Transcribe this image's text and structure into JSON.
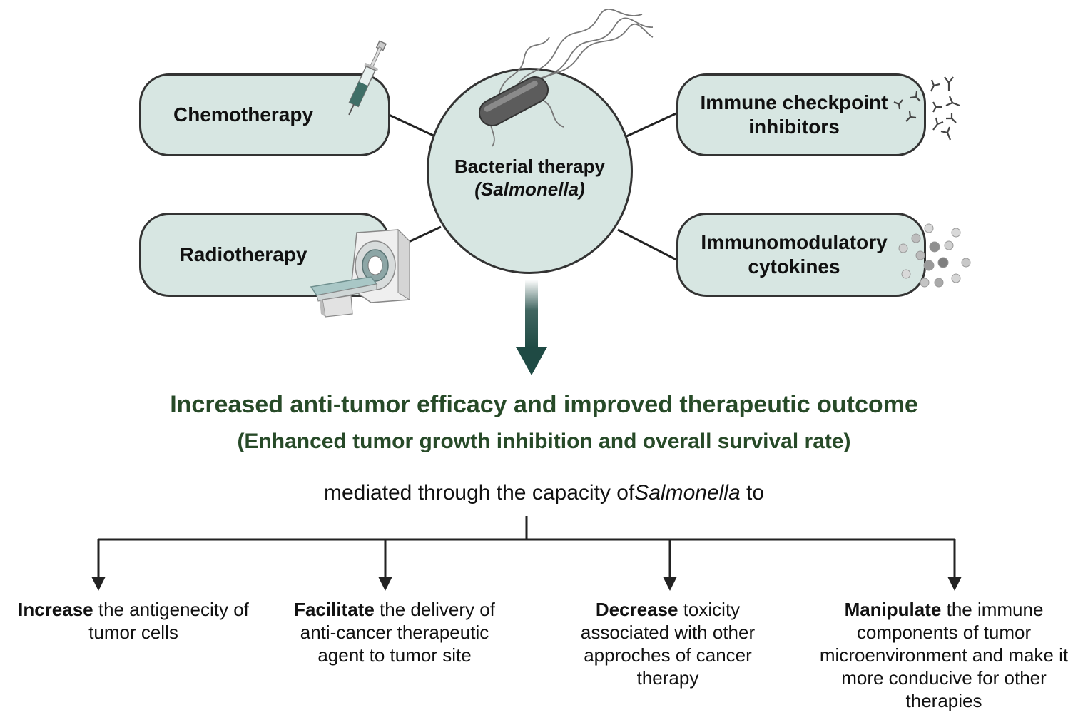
{
  "center": {
    "title": "Bacterial therapy",
    "subtitle": "(Salmonella)"
  },
  "therapies": {
    "chemotherapy": "Chemotherapy",
    "radiotherapy": "Radiotherapy",
    "checkpoint_line1": "Immune checkpoint",
    "checkpoint_line2": "inhibitors",
    "cytokines_line1": "Immunomodulatory",
    "cytokines_line2": "cytokines"
  },
  "outcome": {
    "title": "Increased anti-tumor efficacy and improved therapeutic outcome",
    "subtitle": "(Enhanced tumor growth inhibition and overall survival rate)"
  },
  "mediated": {
    "before": "mediated through the capacity of",
    "organism": "Salmonella",
    "after": "to"
  },
  "capacities": [
    {
      "bold": "Increase",
      "rest": "the antigenecity of tumor cells"
    },
    {
      "bold": "Facilitate",
      "rest": "the delivery of anti-cancer therapeutic agent to tumor site"
    },
    {
      "bold": "Decrease",
      "rest": "toxicity associated with other approches of cancer therapy"
    },
    {
      "bold": "Manipulate",
      "rest": "the immune components of tumor microenvironment and make it more conducive for other therapies"
    }
  ],
  "colors": {
    "box_fill": "#d7e6e2",
    "outline": "#333333",
    "arrow": "#1f4a44",
    "headline": "#274a28"
  },
  "icons": [
    "syringe-icon",
    "bacterium-icon",
    "antibody-icon",
    "cytokine-dots-icon",
    "mri-scanner-icon"
  ]
}
